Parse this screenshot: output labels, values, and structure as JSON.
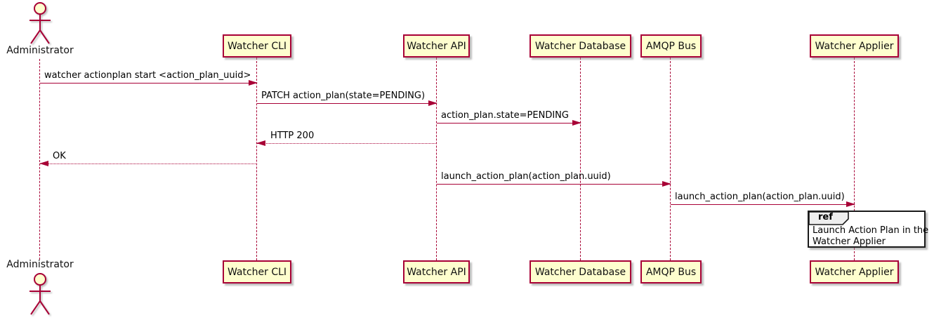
{
  "diagram": {
    "type": "sequence",
    "actor": {
      "name": "Administrator"
    },
    "participants": [
      {
        "label": "Watcher CLI"
      },
      {
        "label": "Watcher API"
      },
      {
        "label": "Watcher Database"
      },
      {
        "label": "AMQP Bus"
      },
      {
        "label": "Watcher Applier"
      }
    ],
    "messages": [
      {
        "label": "watcher actionplan start <action_plan_uuid>",
        "from": "Administrator",
        "to": "Watcher CLI",
        "style": "solid"
      },
      {
        "label": "PATCH action_plan(state=PENDING)",
        "from": "Watcher CLI",
        "to": "Watcher API",
        "style": "solid"
      },
      {
        "label": "action_plan.state=PENDING",
        "from": "Watcher API",
        "to": "Watcher Database",
        "style": "solid"
      },
      {
        "label": "HTTP 200",
        "from": "Watcher API",
        "to": "Watcher CLI",
        "style": "dotted-reply"
      },
      {
        "label": "OK",
        "from": "Watcher CLI",
        "to": "Administrator",
        "style": "dotted-reply"
      },
      {
        "label": "launch_action_plan(action_plan.uuid)",
        "from": "Watcher API",
        "to": "AMQP Bus",
        "style": "solid"
      },
      {
        "label": "launch_action_plan(action_plan.uuid)",
        "from": "AMQP Bus",
        "to": "Watcher Applier",
        "style": "solid"
      }
    ],
    "ref": {
      "keyword": "ref",
      "line1": "Launch Action Plan in the",
      "line2": "Watcher Applier",
      "over": "Watcher Applier"
    },
    "colors": {
      "participant_fill": "#FEFECE",
      "stroke": "#A80036",
      "text": "#000000",
      "ref_header_fill": "#EEEEEE",
      "ref_border": "#1a1a1a"
    }
  }
}
